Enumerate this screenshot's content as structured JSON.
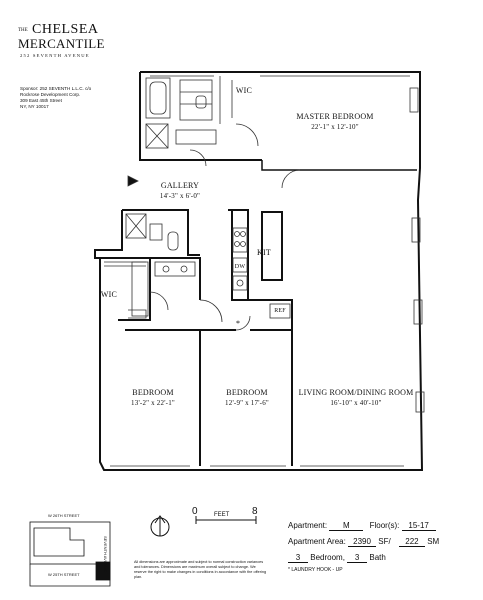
{
  "logo": {
    "the": "THE",
    "line1": "CHELSEA",
    "line2": "MERCANTILE",
    "address": "252 SEVENTH AVENUE"
  },
  "sponsor": {
    "lines": [
      "Sponsor: 252 SEVENTH L.L.C. c/o",
      "Rockrose Development Corp.",
      "309 East 45th Street",
      "NY, NY 10017"
    ]
  },
  "rooms": {
    "master_bedroom": {
      "name": "MASTER BEDROOM",
      "dims": "22'-1\" x 12'-10\""
    },
    "gallery": {
      "name": "GALLERY",
      "dims": "14'-3\" x 6'-0\""
    },
    "wic_top": {
      "name": "WIC"
    },
    "kit": {
      "name": "KIT"
    },
    "wic_left": {
      "name": "WIC"
    },
    "dw": {
      "name": "DW"
    },
    "ref": {
      "name": "REF"
    },
    "bedroom_1": {
      "name": "BEDROOM",
      "dims": "13'-2\" x 22'-1\""
    },
    "bedroom_2": {
      "name": "BEDROOM",
      "dims": "12'-9\" x 17'-6\""
    },
    "living": {
      "name": "LIVING ROOM/DINING ROOM",
      "dims": "16'-10\" x 40'-10\""
    }
  },
  "scale": {
    "zero": "0",
    "label": "FEET",
    "max": "8"
  },
  "keyplan": {
    "street_top": "W 26TH STREET",
    "street_bottom": "W 25TH STREET",
    "avenue": "SEVENTH AVENUE"
  },
  "disclaimer": "All dimensions are approximate and subject to normal construction variances and tolerances. Dimensions are maximum overall subject to change. We reserve the right to make changes in conditions in accordance with the offering plan.",
  "apartment": {
    "apartment_label": "Apartment:",
    "apartment_value": "M",
    "floors_label": "Floor(s):",
    "floors_value": "15-17",
    "area_label": "Apartment Area:",
    "area_sf": "2390",
    "sf_unit": "SF/",
    "area_sm": "222",
    "sm_unit": "SM",
    "bedrooms_value": "3",
    "bedrooms_label": "Bedroom,",
    "baths_value": "3",
    "baths_label": "Bath",
    "footnote": "* LAUNDRY HOOK - UP"
  }
}
